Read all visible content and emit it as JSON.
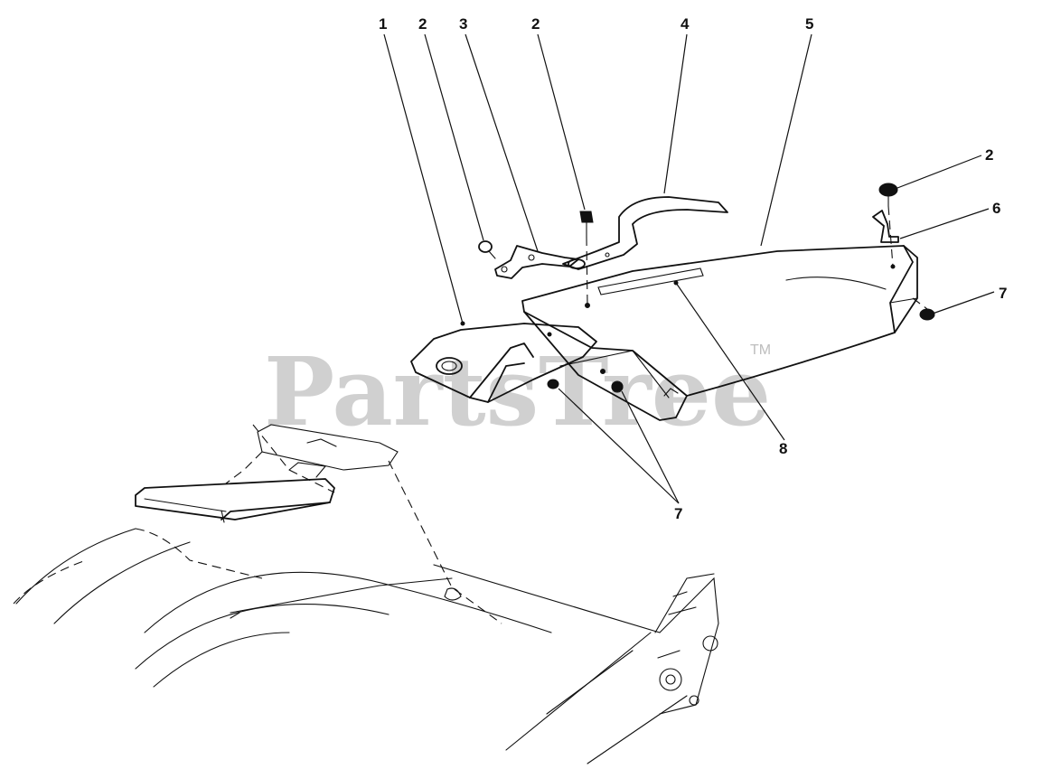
{
  "watermark": {
    "brand": "PartsTree",
    "mark": "TM"
  },
  "callouts": {
    "c1": "1",
    "c2a": "2",
    "c3": "3",
    "c2b": "2",
    "c4": "4",
    "c5": "5",
    "c2c": "2",
    "c6": "6",
    "c7a": "7",
    "c8": "8",
    "c7b": "7"
  }
}
